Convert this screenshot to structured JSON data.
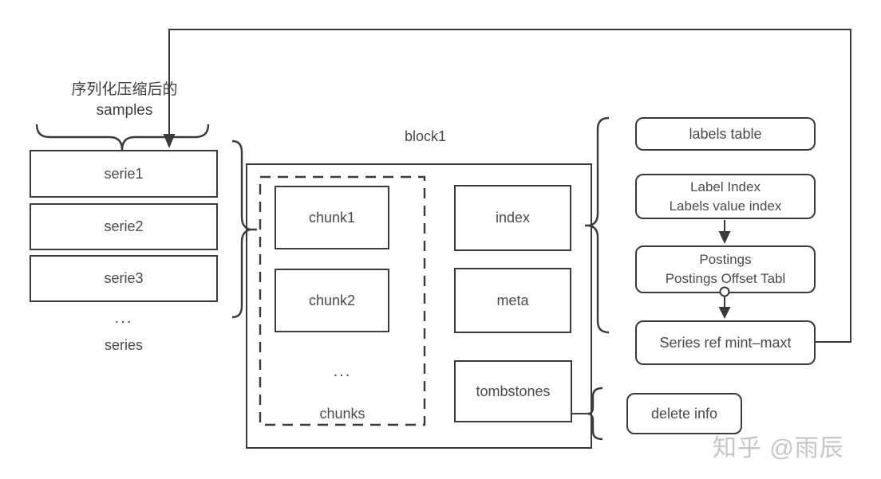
{
  "colors": {
    "line": "#3a3a3a",
    "text": "#4a4a4a",
    "watermark": "#c6c6c6",
    "background": "#ffffff"
  },
  "annotation": {
    "line1": "序列化压缩后的",
    "line2": "samples"
  },
  "series_stack": {
    "items": [
      "serie1",
      "serie2",
      "serie3"
    ],
    "ellipsis": "...",
    "caption": "series"
  },
  "block": {
    "title": "block1",
    "chunks": {
      "items": [
        "chunk1",
        "chunk2"
      ],
      "ellipsis": "...",
      "caption": "chunks"
    },
    "index_label": "index",
    "meta_label": "meta",
    "tombstones_label": "tombstones"
  },
  "index_breakdown": {
    "labels_table": "labels table",
    "label_index_line1": "Label Index",
    "label_index_line2": "Labels value index",
    "postings_line1": "Postings",
    "postings_line2": "Postings Offset Tabl",
    "series_ref": "Series ref mint–maxt"
  },
  "tombstones_breakdown": {
    "delete_info": "delete info"
  },
  "watermark": "知乎 @雨辰"
}
